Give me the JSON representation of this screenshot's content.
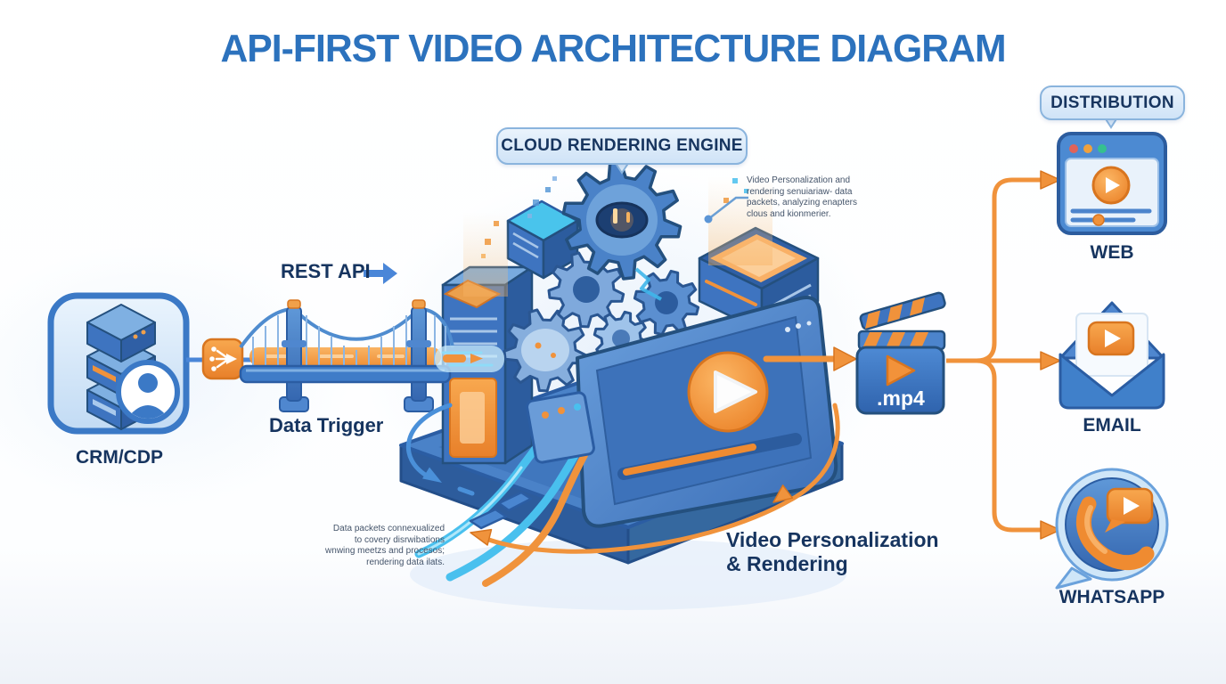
{
  "title": "API-FIRST VIDEO ARCHITECTURE DIAGRAM",
  "bubbles": {
    "cloud_engine": "CLOUD RENDERING ENGINE",
    "distribution": "DISTRIBUTION"
  },
  "labels": {
    "rest_api": "REST API",
    "data_trigger": "Data Trigger",
    "crm_cdp": "CRM/CDP",
    "mp4": ".mp4",
    "web": "WEB",
    "email": "EMAIL",
    "whatsapp": "WHATSAPP"
  },
  "flow_caption": {
    "line1": "Video Personalization",
    "line2": "& Rendering"
  },
  "annotations": {
    "engine_note": {
      "lines": [
        "Video Personalization and",
        "rendering senuiariaw- data",
        "packets, analyzing enapters",
        "clous and kionmerier."
      ]
    },
    "data_note": {
      "lines": [
        "Data packets connexualized",
        "to covery disrwibations",
        "wnwing meetzs and procesos;",
        "rendering data ilats."
      ]
    }
  },
  "icons": {
    "crm": "database-user-icon",
    "trigger_connector": "fanout-icon",
    "bridge": "bridge-icon",
    "engine": "gears-server-icon",
    "mp4": "clapperboard-play-icon",
    "web": "browser-video-icon",
    "email": "envelope-video-icon",
    "whatsapp": "chat-phone-video-icon"
  },
  "colors": {
    "title_blue": "#2c72bd",
    "navy_text": "#16345f",
    "orange": "#f0923b",
    "orange_dark": "#d8751f",
    "blue": "#3e74c0",
    "blue_dark": "#2b5da3",
    "light_blue": "#cfe3f7",
    "cyan": "#49c0ee"
  }
}
